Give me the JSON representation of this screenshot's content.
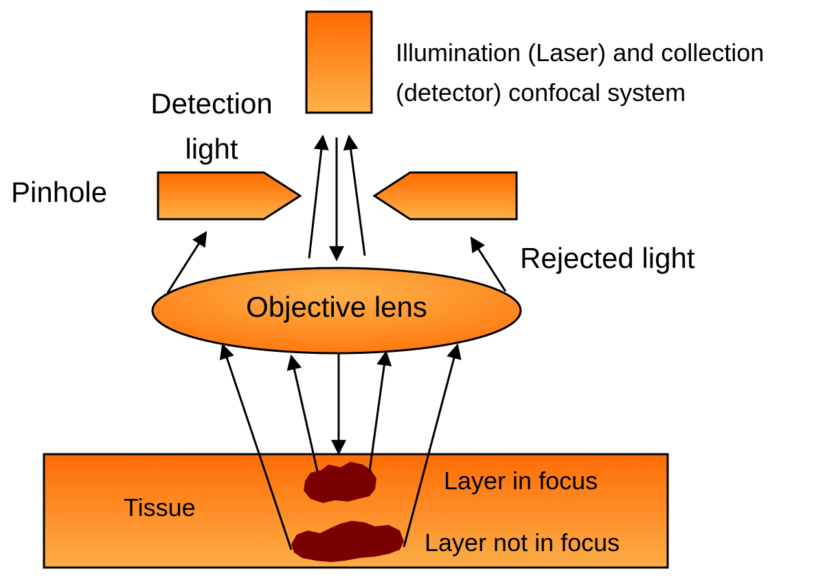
{
  "labels": {
    "illumination_line1": "Illumination (Laser) and collection",
    "illumination_line2": "(detector) confocal system",
    "detection_line1": "Detection",
    "detection_line2": "light",
    "pinhole": "Pinhole",
    "rejected": "Rejected light",
    "objective_lens": "Objective lens",
    "tissue": "Tissue",
    "layer_in_focus": "Layer in focus",
    "layer_not_in_focus": "Layer not in focus"
  },
  "colors": {
    "fill_top": "#ff6a00",
    "fill_bottom": "#fdb24a",
    "outline": "#000000",
    "blob": "#7a0000"
  }
}
